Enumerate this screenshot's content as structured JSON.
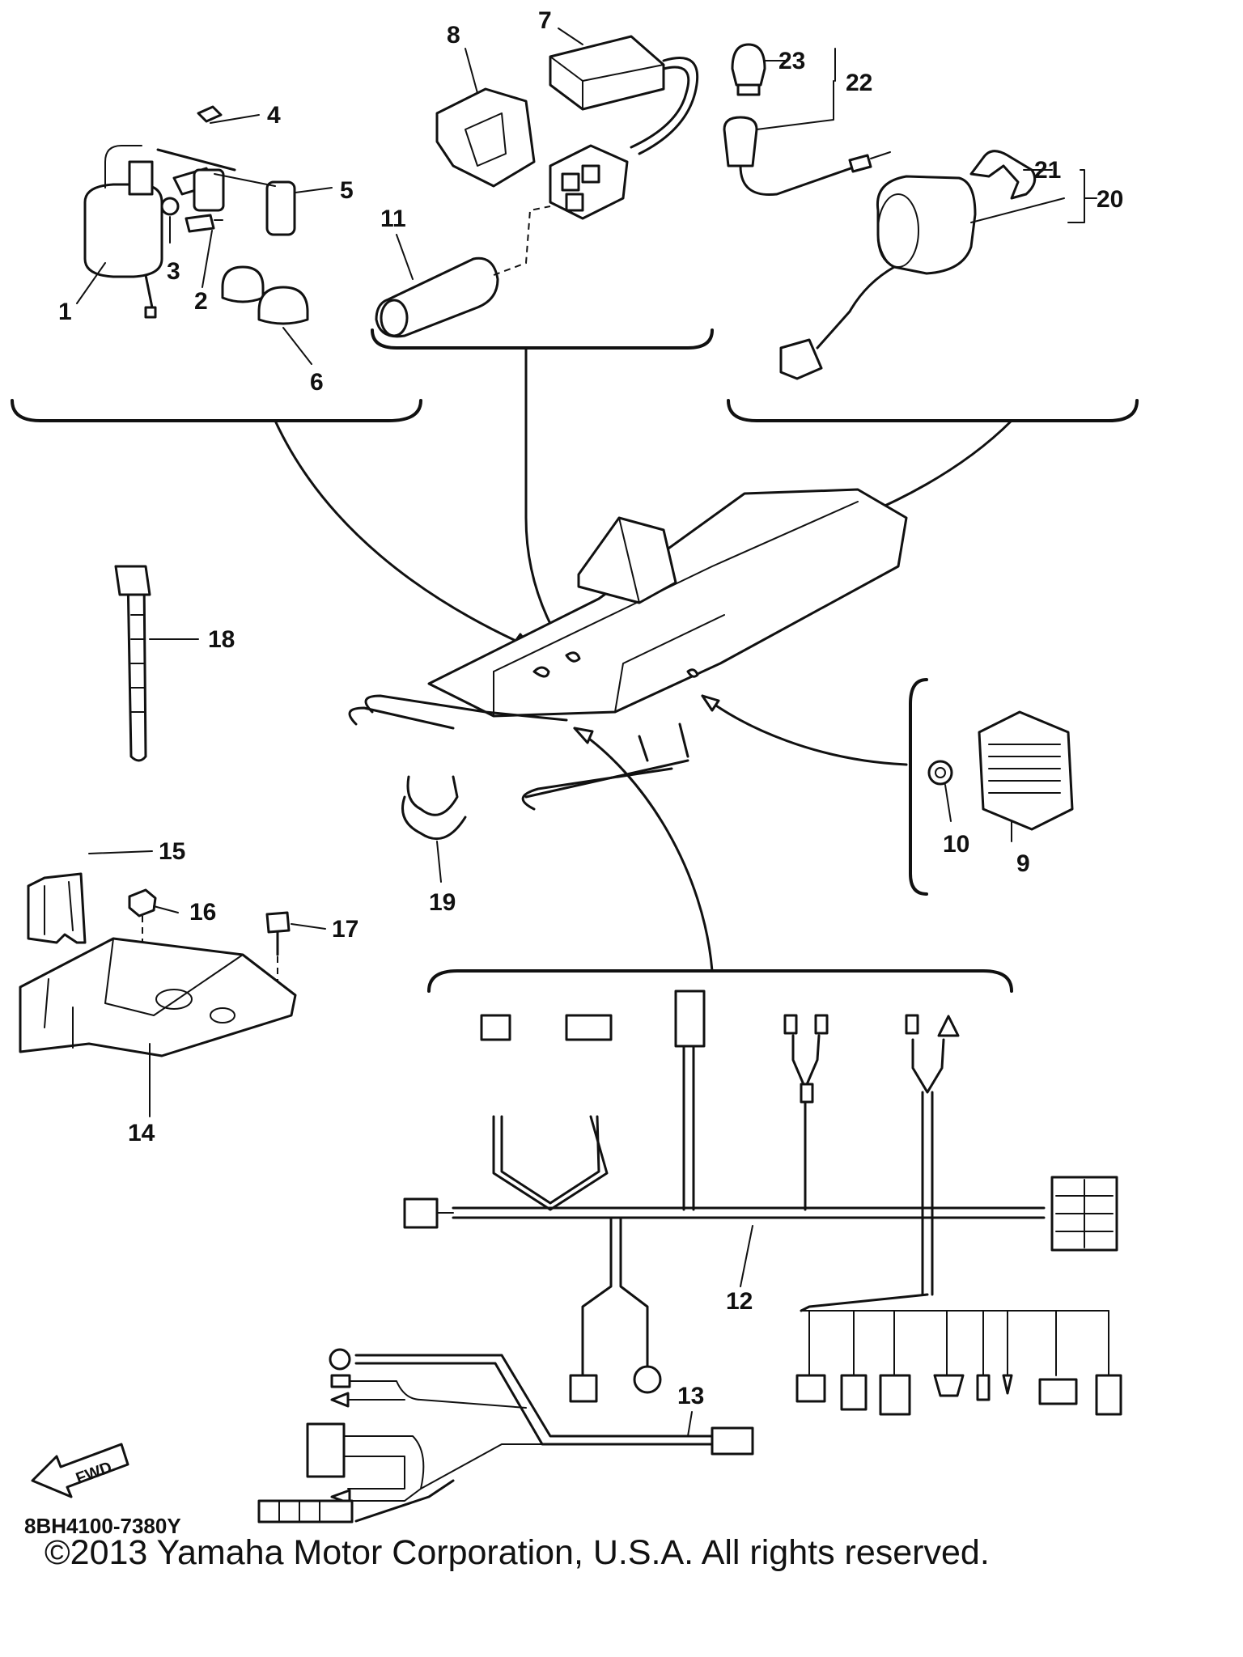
{
  "callouts": {
    "c1": "1",
    "c2": "2",
    "c3": "3",
    "c4": "4",
    "c5": "5",
    "c6": "6",
    "c7": "7",
    "c8": "8",
    "c9": "9",
    "c10": "10",
    "c11": "11",
    "c12": "12",
    "c13": "13",
    "c14": "14",
    "c15": "15",
    "c16": "16",
    "c17": "17",
    "c18": "18",
    "c19": "19",
    "c20": "20",
    "c21": "21",
    "c22": "22",
    "c23": "23"
  },
  "part_code": "8BH4100-7380Y",
  "fwd_label": "FWD",
  "copyright": "©2013 Yamaha Motor Corporation, U.S.A. All rights reserved."
}
